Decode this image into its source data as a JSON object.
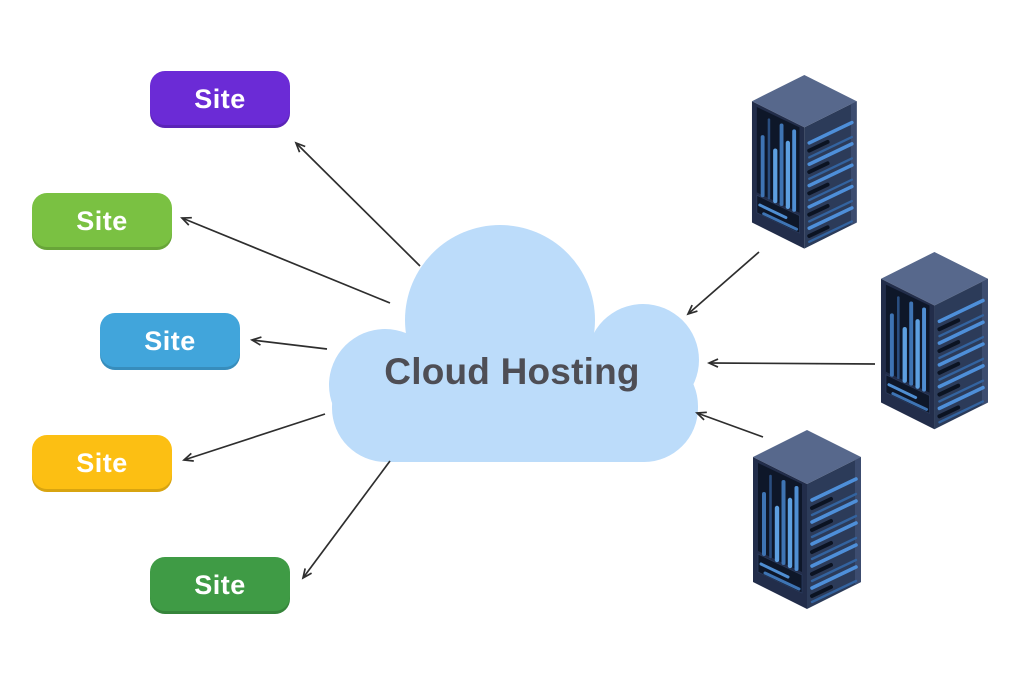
{
  "diagram": {
    "type": "cloud-hosting-architecture",
    "background": "#ffffff",
    "arrow_color": "#2e2e2e",
    "cloud": {
      "label": "Cloud Hosting",
      "fill": "#bcdcfa",
      "text_color": "#4e4e55"
    },
    "sites": [
      {
        "id": "site-1",
        "label": "Site",
        "color": "#6b2bd6"
      },
      {
        "id": "site-2",
        "label": "Site",
        "color": "#7ac142"
      },
      {
        "id": "site-3",
        "label": "Site",
        "color": "#41a5db"
      },
      {
        "id": "site-4",
        "label": "Site",
        "color": "#fcbf13"
      },
      {
        "id": "site-5",
        "label": "Site",
        "color": "#3f9b45"
      }
    ],
    "servers": [
      {
        "id": "server-1",
        "icon": "server-rack-icon"
      },
      {
        "id": "server-2",
        "icon": "server-rack-icon"
      },
      {
        "id": "server-3",
        "icon": "server-rack-icon"
      }
    ],
    "server_colors": {
      "top_face": "#57688c",
      "left_face": "#222d4a",
      "right_face": "#2c3b59",
      "panel": "#0e1729",
      "stripe_blue": "#4e8fd9",
      "stripe_light": "#5d9fe0",
      "dash_dark": "#0b1322"
    },
    "edges": [
      {
        "from": "cloud",
        "to": "site-1"
      },
      {
        "from": "cloud",
        "to": "site-2"
      },
      {
        "from": "cloud",
        "to": "site-3"
      },
      {
        "from": "cloud",
        "to": "site-4"
      },
      {
        "from": "cloud",
        "to": "site-5"
      },
      {
        "from": "server-1",
        "to": "cloud"
      },
      {
        "from": "server-2",
        "to": "cloud"
      },
      {
        "from": "server-3",
        "to": "cloud"
      }
    ]
  }
}
